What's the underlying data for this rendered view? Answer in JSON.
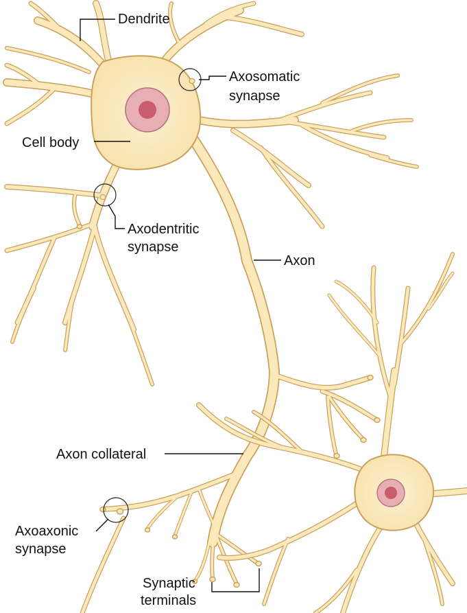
{
  "labels": {
    "dendrite": "Dendrite",
    "axosomatic_1": "Axosomatic",
    "axosomatic_2": "synapse",
    "cell_body": "Cell body",
    "axodendritic_1": "Axodentritic",
    "axodendritic_2": "synapse",
    "axon": "Axon",
    "axon_collateral": "Axon collateral",
    "axoaxonic_1": "Axoaxonic",
    "axoaxonic_2": "synapse",
    "synaptic_1": "Synaptic",
    "synaptic_2": "terminals"
  },
  "colors": {
    "cytoplasm": "#fbe9bb",
    "membrane": "#c9a15c",
    "nucleus": "#e7aeb4",
    "nucleolus": "#c65c6c"
  }
}
